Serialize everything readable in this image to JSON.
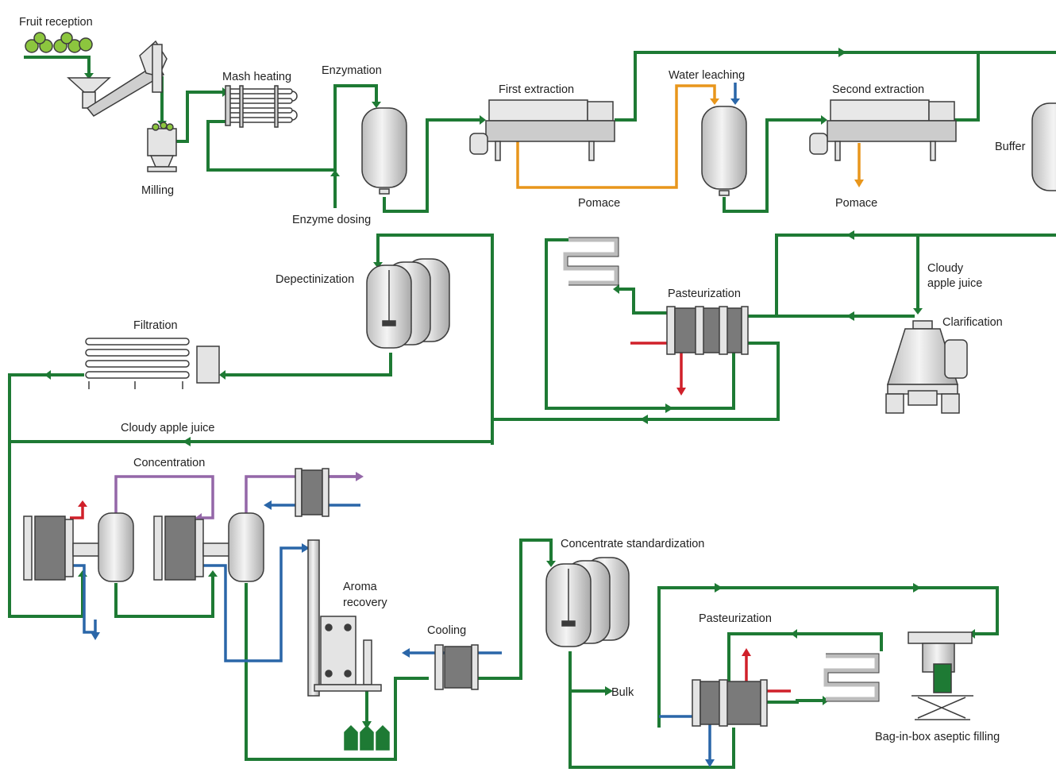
{
  "colors": {
    "product_line": "#1e7a34",
    "pomace_line": "#e8961c",
    "water_line": "#2a66a8",
    "hot_line": "#d0202a",
    "vapor_line": "#9467a8",
    "equipment_fill": "#e4e4e4",
    "equipment_stroke": "#3c3c3c",
    "fruit": "#8cc63e"
  },
  "labels": {
    "fruit_reception": "Fruit reception",
    "milling": "Milling",
    "mash_heating": "Mash heating",
    "enzymation": "Enzymation",
    "enzyme_dosing": "Enzyme dosing",
    "first_extraction": "First extraction",
    "pomace_1": "Pomace",
    "water_leaching": "Water leaching",
    "second_extraction": "Second extraction",
    "pomace_2": "Pomace",
    "buffer": "Buffer",
    "cloudy_apple_juice_1": "Cloudy",
    "cloudy_apple_juice_2": "apple juice",
    "clarification": "Clarification",
    "pasteurization_1": "Pasteurization",
    "depectinization": "Depectinization",
    "filtration": "Filtration",
    "cloudy_apple_juice_line": "Cloudy apple juice",
    "concentration": "Concentration",
    "aroma_recovery_1": "Aroma",
    "aroma_recovery_2": "recovery",
    "cooling": "Cooling",
    "concentrate_standardization": "Concentrate standardization",
    "bulk": "Bulk",
    "pasteurization_2": "Pasteurization",
    "bag_in_box": "Bag-in-box aseptic filling"
  }
}
